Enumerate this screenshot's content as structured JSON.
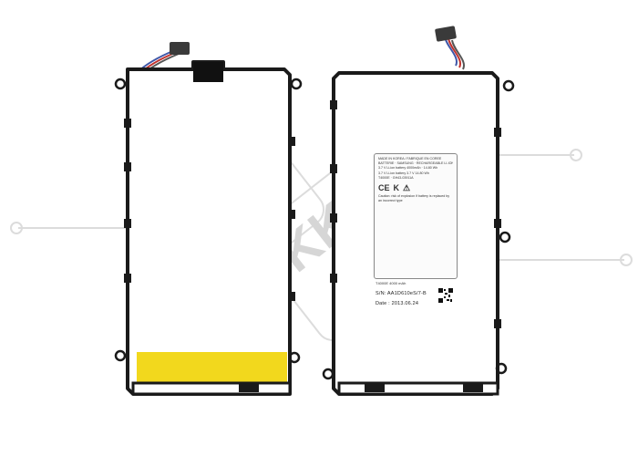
{
  "watermark": {
    "text": "KKU",
    "color": "#cfcfcf"
  },
  "battery": {
    "label": {
      "lines": [
        "MADE IN KOREA / FABRIQUE EN COREE",
        "BATTERIE · SAMSUNG · RECHARGEABLE LI-ION",
        "3.7 V Li-ion battery 4000mAh · 14.80 Wh",
        "3.7 V Li-ion battery 3.7 V 14.80 Wh",
        "T4000E · GH43-03911A"
      ],
      "caution_text": "Caution: risk of explosion if battery is replaced by an incorrect type",
      "marks": [
        "CE",
        "K",
        "⚠"
      ]
    },
    "model_line": "T4000E     4000 mAh",
    "serial_line": "S/N:  AA1D610eS/7-B",
    "date_line": "Date :  2013.06.24"
  },
  "colors": {
    "frame": "#1a1a1a",
    "cell": "#ffffff",
    "sticker": "#f2d81d",
    "wire_red": "#c0312c",
    "wire_blue": "#3f57a8",
    "connector": "#3a3a3a"
  }
}
